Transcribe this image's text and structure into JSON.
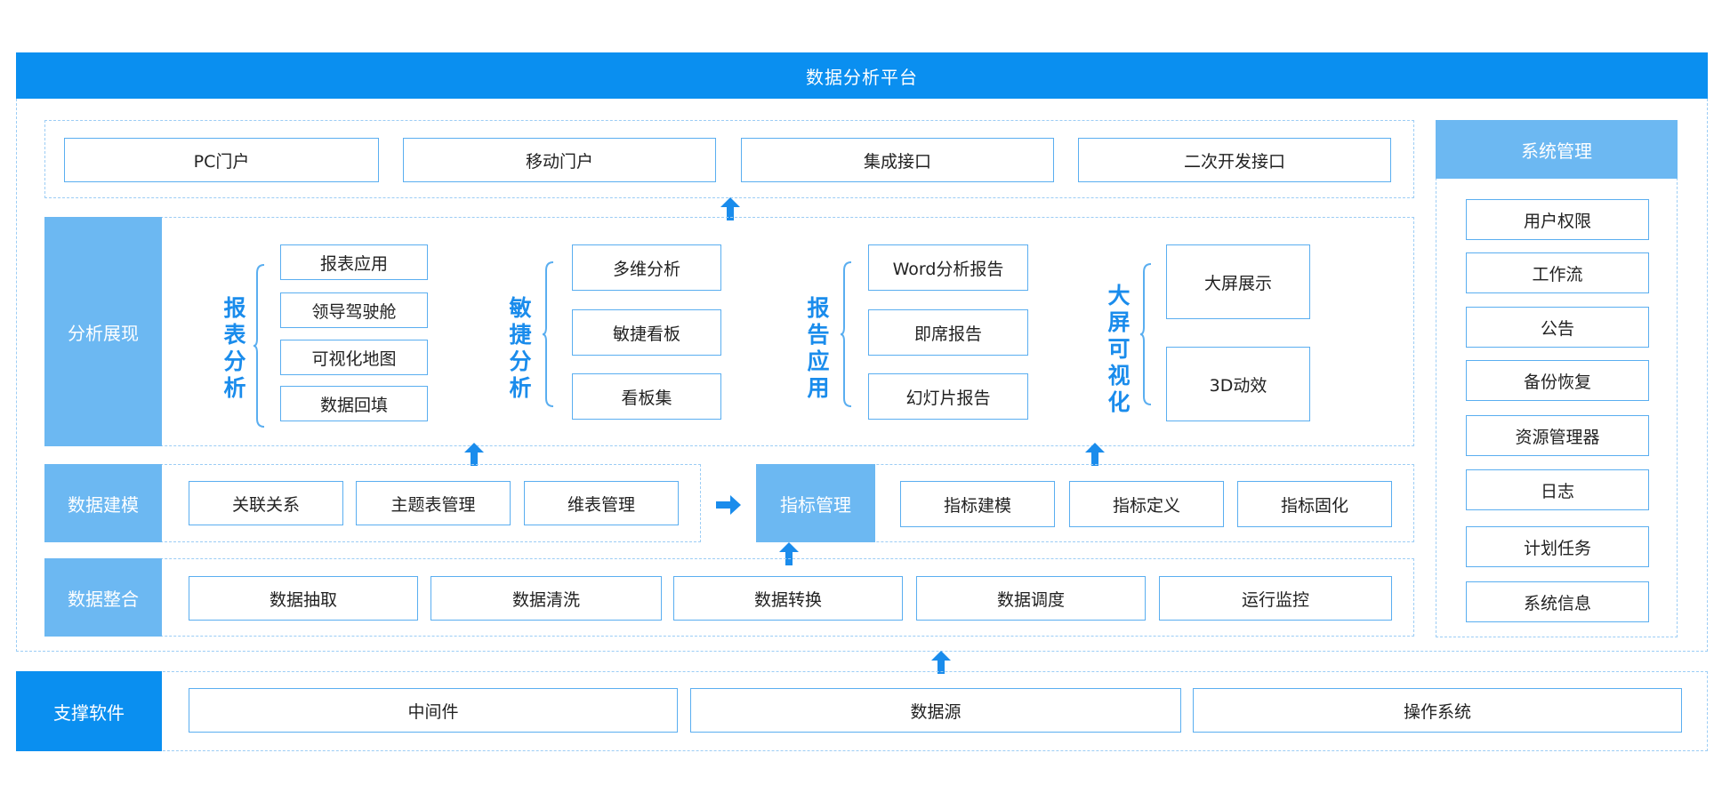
{
  "title": "数据分析平台",
  "portal": [
    "PC门户",
    "移动门户",
    "集成接口",
    "二次开发接口"
  ],
  "analysis": {
    "label": "分析展现",
    "groups": [
      {
        "title": "报表分析",
        "items": [
          "报表应用",
          "领导驾驶舱",
          "可视化地图",
          "数据回填"
        ]
      },
      {
        "title": "敏捷分析",
        "items": [
          "多维分析",
          "敏捷看板",
          "看板集"
        ]
      },
      {
        "title": "报告应用",
        "items": [
          "Word分析报告",
          "即席报告",
          "幻灯片报告"
        ]
      },
      {
        "title": "大屏可视化",
        "items": [
          "大屏展示",
          "3D动效"
        ]
      }
    ]
  },
  "modeling": {
    "label": "数据建模",
    "items": [
      "关联关系",
      "主题表管理",
      "维表管理"
    ]
  },
  "indicator": {
    "label": "指标管理",
    "items": [
      "指标建模",
      "指标定义",
      "指标固化"
    ]
  },
  "integration": {
    "label": "数据整合",
    "items": [
      "数据抽取",
      "数据清洗",
      "数据转换",
      "数据调度",
      "运行监控"
    ]
  },
  "system": {
    "label": "系统管理",
    "items": [
      "用户权限",
      "工作流",
      "公告",
      "备份恢复",
      "资源管理器",
      "日志",
      "计划任务",
      "系统信息"
    ]
  },
  "support": {
    "label": "支撑软件",
    "items": [
      "中间件",
      "数据源",
      "操作系统"
    ]
  },
  "colors": {
    "primary": "#0a8ff0",
    "light_block": "#6cb8f2",
    "border": "#5aaef0",
    "dashed": "#9ccdf5",
    "accent_text": "#1a8cec"
  }
}
